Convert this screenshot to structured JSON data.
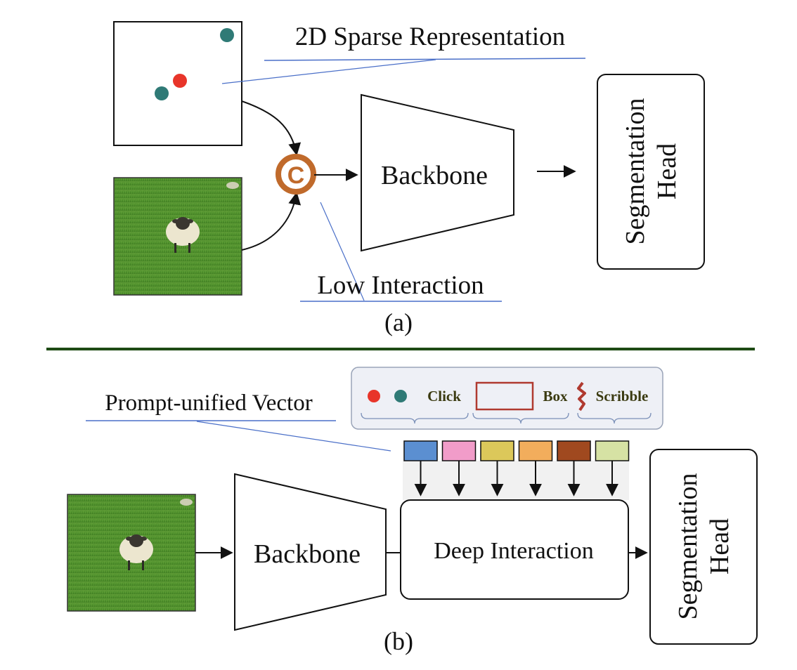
{
  "part_a": {
    "caption": "(a)",
    "sparse_label": "2D Sparse Representation",
    "concat_symbol": "C",
    "backbone_label": "Backbone",
    "seg_head_line1": "Segmentation",
    "seg_head_line2": "Head",
    "low_interaction_label": "Low Interaction"
  },
  "part_b": {
    "caption": "(b)",
    "prompt_vector_label": "Prompt-unified Vector",
    "prompt_types": {
      "click": "Click",
      "box": "Box",
      "scribble": "Scribble"
    },
    "backbone_label": "Backbone",
    "deep_interaction_label": "Deep Interaction",
    "seg_head_line1": "Segmentation",
    "seg_head_line2": "Head",
    "vector_colors": [
      "#5b8fd1",
      "#f19cc9",
      "#dcc85a",
      "#f2ad5c",
      "#a0491f",
      "#d6e2a4"
    ]
  },
  "colors": {
    "accent_line": "#4a6fc8",
    "divider": "#1e4a14",
    "concat_ring": "#c06a2b",
    "click_red": "#e8352a",
    "click_teal": "#2f7a76",
    "box_border": "#b03a30",
    "scribble": "#b03a30"
  },
  "icons": {
    "sheep_image": "sheep-photo-icon",
    "scribble": "scribble-icon"
  }
}
